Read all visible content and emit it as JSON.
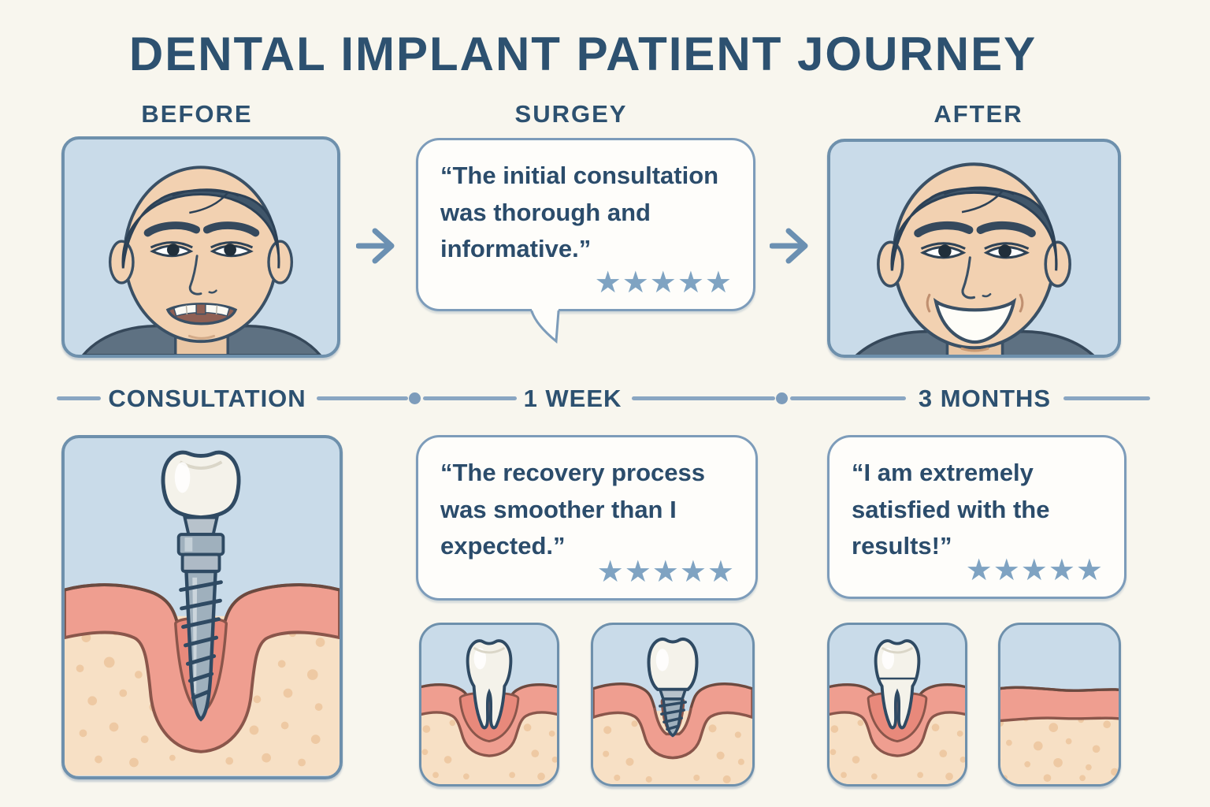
{
  "title": "DENTAL IMPLANT PATIENT JOURNEY",
  "stage_labels": {
    "before": "BEFORE",
    "surgery": "SURGEY",
    "after": "AFTER"
  },
  "timeline": {
    "consultation": "CONSULTATION",
    "week": "1 WEEK",
    "months": "3 MONTHS"
  },
  "testimonials": [
    {
      "quote": "“The initial consultation\nwas thorough and\ninformative.”",
      "stars": 5
    },
    {
      "quote": "“The recovery process\nwas smoother than I\nexpected.”",
      "stars": 5
    },
    {
      "quote": "“I am extremely\nsatisfied with the\nresults!”",
      "stars": 5
    }
  ],
  "figures": {
    "before_portrait": "man-with-missing-front-tooth",
    "after_portrait": "man-smiling-full-teeth",
    "consultation": "dental-implant-in-jaw-cross-section",
    "week_left": "natural-tooth-in-gum",
    "week_right": "implant-crown-and-screw-in-gum",
    "months_left": "restored-tooth-in-gum",
    "months_right": "healed-gum-without-tooth"
  },
  "icons": {
    "flow_arrow": "arrow-right"
  },
  "colors": {
    "background": "#f8f6ee",
    "heading": "#2d5170",
    "quote_text": "#2b4c6b",
    "panel_border": "#6e90ac",
    "bubble_border": "#7d9cba",
    "panel_sky": "#c9dbe9",
    "stars": "#7fa3c2",
    "timeline": "#8aa6c2",
    "arrow": "#6b90b2",
    "gum": "#ef9e90",
    "gum_deep": "#e8897b",
    "gum_outline": "#8a564b",
    "bone": "#f7e0c5",
    "bone_dot": "#eec9a3",
    "tooth": "#f4f2ea",
    "tooth_outline": "#2f4a63",
    "metal": "#9fb0bd",
    "skin": "#f2d1b1",
    "hair": "#40566a",
    "shirt": "#5e7182"
  }
}
